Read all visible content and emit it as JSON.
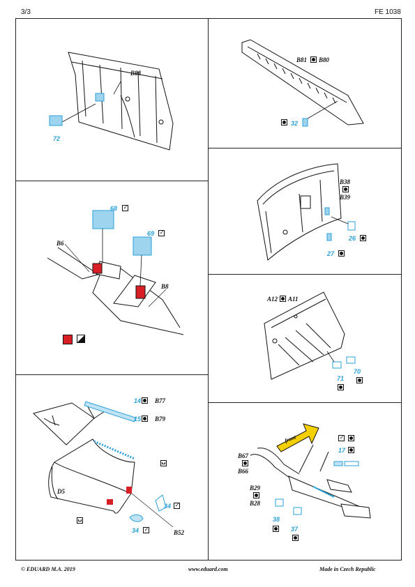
{
  "header": {
    "page": "3/3",
    "code": "FE 1038"
  },
  "colors": {
    "pe_blue": "#2aa0d8",
    "paint_red": "#d81f26",
    "line": "#222222"
  },
  "panels": {
    "p1": {
      "labels": [
        "B88"
      ],
      "numbers": [
        "72"
      ]
    },
    "p2": {
      "labels": [
        "B81",
        "B80"
      ],
      "numbers": [
        "32"
      ]
    },
    "p3": {
      "labels": [
        "B6",
        "B8"
      ],
      "numbers": [
        "68",
        "69"
      ]
    },
    "p4": {
      "labels": [
        "B38",
        "B39"
      ],
      "numbers": [
        "26",
        "27"
      ]
    },
    "p5": {
      "labels": [
        "A12",
        "A11"
      ],
      "numbers": [
        "71",
        "70"
      ]
    },
    "p6": {
      "labels": [
        "B77",
        "B79",
        "D5",
        "B52"
      ],
      "numbers": [
        "14",
        "15",
        "34",
        "34"
      ]
    },
    "p7": {
      "labels": [
        "front",
        "B67",
        "B66",
        "B29",
        "B28"
      ],
      "numbers": [
        "17",
        "38",
        "37"
      ]
    }
  },
  "icons": [
    "bend-icon",
    "fold-icon",
    "remove-part-icon",
    "paint-icon"
  ],
  "footer": {
    "left": "© EDUARD  M.A. 2019",
    "center": "www.eduard.com",
    "right": "Made in Czech Republic"
  }
}
